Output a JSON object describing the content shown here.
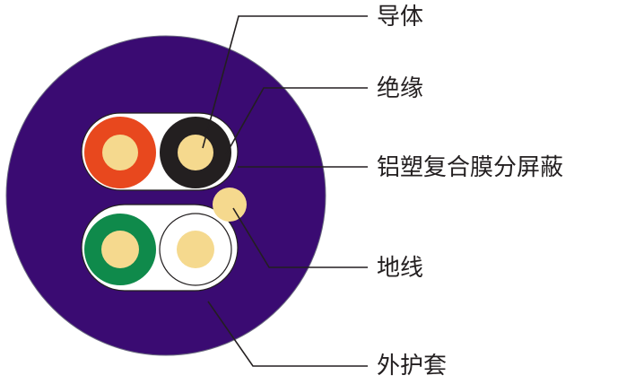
{
  "labels": {
    "conductor": "导体",
    "insulation": "绝缘",
    "shield": "铝塑复合膜分屏蔽",
    "drain_wire": "地线",
    "jacket": "外护套"
  },
  "colors": {
    "jacket": "#3a0b72",
    "shield_fill": "#ffffff",
    "conductor": "#f5d98e",
    "insulation_pair1_left": "#e8481e",
    "insulation_pair1_right": "#231f20",
    "insulation_pair2_left": "#0f8a4b",
    "insulation_pair2_right": "#ffffff",
    "leader_line": "#231f20"
  }
}
